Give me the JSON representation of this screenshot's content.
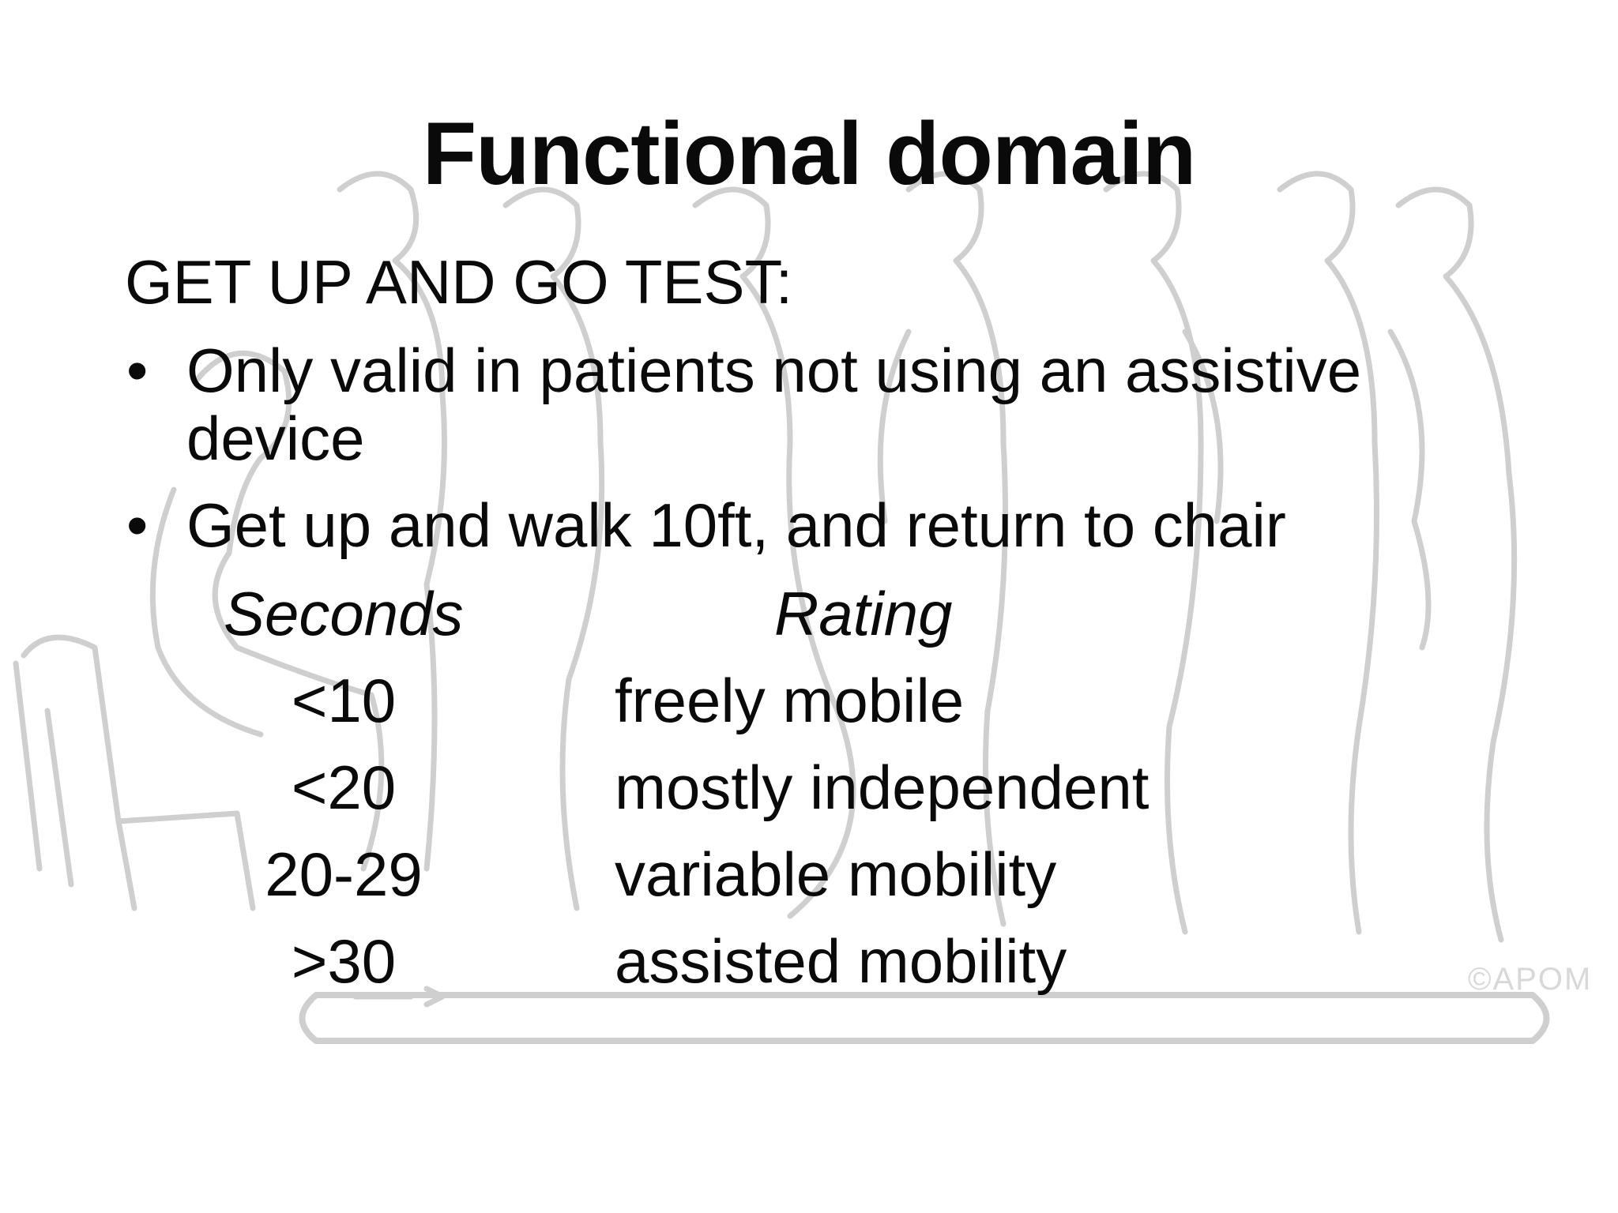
{
  "slide": {
    "title": "Functional domain",
    "heading": "GET UP AND GO TEST:",
    "bullets": [
      "Only valid in patients not using an assistive device",
      "Get up and walk 10ft, and return to chair"
    ],
    "table": {
      "headers": {
        "seconds": "Seconds",
        "rating": "Rating"
      },
      "rows": [
        {
          "seconds": "<10",
          "rating": "freely mobile"
        },
        {
          "seconds": "<20",
          "rating": "mostly independent"
        },
        {
          "seconds": "20-29",
          "rating": "variable mobility"
        },
        {
          "seconds": ">30",
          "rating": "assisted mobility"
        }
      ]
    },
    "watermark": "©APOM"
  },
  "colors": {
    "text": "#0a0a0a",
    "figure_lines": "#c9c9c9",
    "background": "#ffffff"
  },
  "icons": [
    "chair-illustration",
    "walking-figures-illustration",
    "walkway-track-illustration"
  ]
}
